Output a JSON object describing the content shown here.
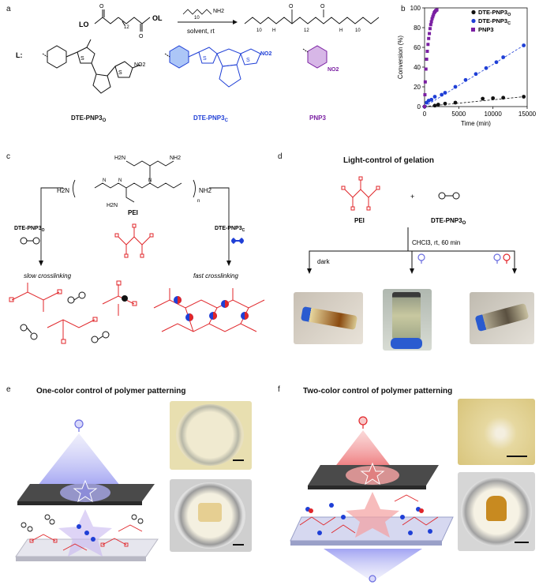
{
  "panels": {
    "a": {
      "letter": "a",
      "reaction_reagent": "NH2",
      "reaction_condition": "solvent, rt",
      "subscript_12": "12",
      "subscript_10": "10",
      "leaving_group_L": "L",
      "L_label": "L:",
      "reactant_left_L": "LO",
      "reactant_right_L": "OL",
      "compounds": [
        {
          "name": "DTE-PNP3",
          "sub": "O",
          "color": "#111111"
        },
        {
          "name": "DTE-PNP3",
          "sub": "C",
          "color": "#1f3fd6"
        },
        {
          "name": "PNP3",
          "sub": "",
          "color": "#7a1fa2"
        }
      ],
      "no2": "NO2"
    },
    "b": {
      "letter": "b"
    },
    "c": {
      "letter": "c",
      "left_reagent": "DTE-PNP3",
      "left_sub": "O",
      "right_reagent": "DTE-PNP3",
      "right_sub": "C",
      "polymer": "PEI",
      "n": "n",
      "nh2": "NH2",
      "h2n": "H2N",
      "slow": "slow crosslinking",
      "fast": "fast crosslinking"
    },
    "d": {
      "letter": "d",
      "title": "Light-control of gelation",
      "pei": "PEI",
      "plus": "+",
      "reagent": "DTE-PNP3",
      "reagent_sub": "O",
      "condition": "CHCl3, rt, 60 min",
      "dark": "dark"
    },
    "e": {
      "letter": "e",
      "title": "One-color control of polymer patterning"
    },
    "f": {
      "letter": "f",
      "title": "Two-color control of polymer patterning"
    }
  },
  "colors": {
    "open": "#111111",
    "closed": "#1f3fd6",
    "pnp": "#7a1fa2",
    "pei": "#e0262a",
    "blue_light": "#8a8df0",
    "red_light": "#e2262b"
  },
  "chart_data": {
    "type": "scatter",
    "title": "",
    "xlabel": "Time (min)",
    "ylabel": "Conversion (%)",
    "xlim": [
      0,
      15000
    ],
    "ylim": [
      0,
      100
    ],
    "xticks": [
      0,
      5000,
      10000,
      15000
    ],
    "yticks": [
      0,
      20,
      40,
      60,
      80,
      100
    ],
    "legend_position": "top-right",
    "series": [
      {
        "name": "DTE-PNP3",
        "name_sub": "O",
        "color": "#111111",
        "marker": "circle",
        "points": [
          [
            0,
            0
          ],
          [
            1500,
            1
          ],
          [
            2000,
            2
          ],
          [
            3000,
            3
          ],
          [
            4500,
            4
          ],
          [
            8500,
            8
          ],
          [
            10000,
            8.5
          ],
          [
            11500,
            9
          ],
          [
            14500,
            10
          ]
        ],
        "fit": [
          [
            0,
            0
          ],
          [
            14500,
            10
          ]
        ]
      },
      {
        "name": "DTE-PNP3",
        "name_sub": "C",
        "color": "#1f3fd6",
        "marker": "circle",
        "points": [
          [
            0,
            0
          ],
          [
            300,
            4
          ],
          [
            600,
            6
          ],
          [
            1000,
            7
          ],
          [
            1500,
            10
          ],
          [
            2500,
            12
          ],
          [
            3000,
            14
          ],
          [
            4500,
            20
          ],
          [
            6000,
            27
          ],
          [
            7500,
            33
          ],
          [
            9000,
            39
          ],
          [
            10500,
            45
          ],
          [
            11500,
            50
          ],
          [
            14500,
            62
          ]
        ],
        "fit": [
          [
            0,
            0
          ],
          [
            14500,
            62
          ]
        ]
      },
      {
        "name": "PNP3",
        "name_sub": "",
        "color": "#7a1fa2",
        "marker": "square",
        "points": [
          [
            0,
            0
          ],
          [
            50,
            12
          ],
          [
            100,
            25
          ],
          [
            200,
            38
          ],
          [
            300,
            48
          ],
          [
            400,
            56
          ],
          [
            500,
            63
          ],
          [
            600,
            69
          ],
          [
            700,
            74
          ],
          [
            800,
            79
          ],
          [
            900,
            83
          ],
          [
            1000,
            86
          ],
          [
            1100,
            89
          ],
          [
            1200,
            91
          ],
          [
            1300,
            93
          ],
          [
            1400,
            95
          ],
          [
            1500,
            96
          ],
          [
            1600,
            97
          ],
          [
            1700,
            97.5
          ],
          [
            1800,
            98
          ]
        ],
        "fit": []
      }
    ]
  }
}
